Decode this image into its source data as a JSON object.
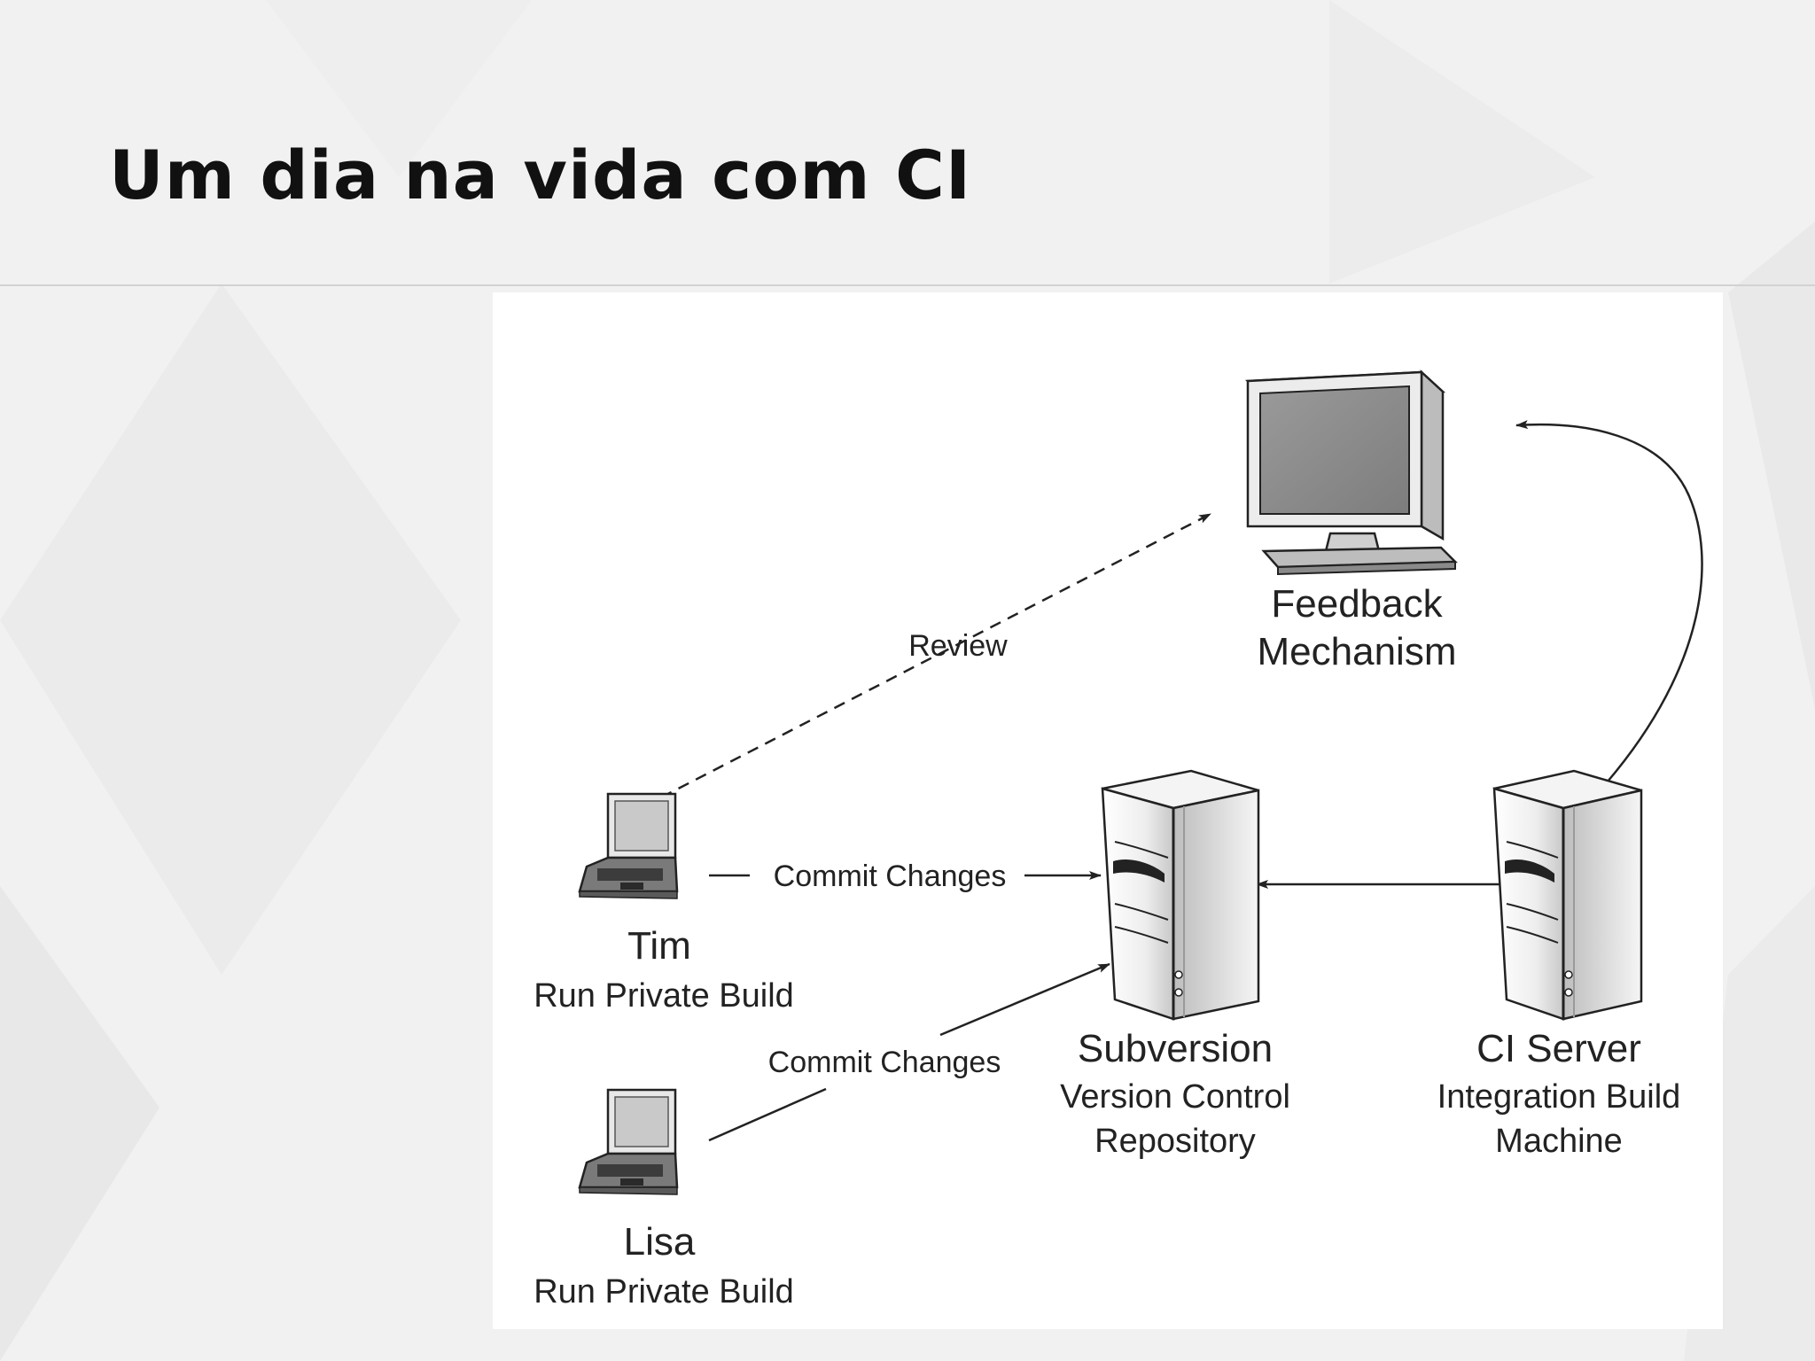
{
  "slide": {
    "title": "Um dia na vida com CI"
  },
  "diagram": {
    "feedback": {
      "line1": "Feedback",
      "line2": "Mechanism"
    },
    "tim": {
      "name": "Tim",
      "role": "Run Private Build"
    },
    "lisa": {
      "name": "Lisa",
      "role": "Run Private Build"
    },
    "subversion": {
      "name": "Subversion",
      "line2": "Version Control",
      "line3": "Repository"
    },
    "ci_server": {
      "name": "CI Server",
      "line2": "Integration Build",
      "line3": "Machine"
    },
    "edges": {
      "review": "Review",
      "commit_tim": "Commit Changes",
      "commit_lisa": "Commit Changes"
    }
  },
  "colors": {
    "background": "#f1f1f1",
    "title": "#111111",
    "figure": "#ffffff",
    "ink": "#222222"
  }
}
